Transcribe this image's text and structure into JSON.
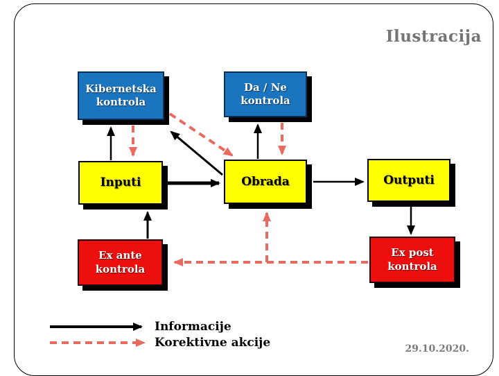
{
  "title": "Ilustracija",
  "date": "29.10.2020.",
  "nodes": {
    "kibernetska": {
      "label": "Kibernetska\nkontrola",
      "fill": "#1b74be",
      "text_color": "#ffffff"
    },
    "da_ne": {
      "label": "Da / Ne\nkontrola",
      "fill": "#1b74be",
      "text_color": "#ffffff"
    },
    "inputi": {
      "label": "Inputi",
      "fill": "#ffff00",
      "text_color": "#000000"
    },
    "obrada": {
      "label": "Obrada",
      "fill": "#ffff00",
      "text_color": "#000000"
    },
    "outputi": {
      "label": "Outputi",
      "fill": "#ffff00",
      "text_color": "#000000"
    },
    "ex_ante": {
      "label": "Ex ante\nkontrola",
      "fill": "#ed0e0e",
      "text_color": "#ffffff"
    },
    "ex_post": {
      "label": "Ex post\nkontrola",
      "fill": "#ed0e0e",
      "text_color": "#ffffff"
    }
  },
  "edges": [
    {
      "from": "Inputi",
      "to": "Kibernetska kontrola",
      "type": "informacije"
    },
    {
      "from": "Kibernetska kontrola",
      "to": "Inputi",
      "type": "korektivne akcije"
    },
    {
      "from": "Obrada",
      "to": "Kibernetska kontrola",
      "type": "informacije"
    },
    {
      "from": "Kibernetska kontrola",
      "to": "Obrada",
      "type": "korektivne akcije"
    },
    {
      "from": "Obrada",
      "to": "Da / Ne kontrola",
      "type": "informacije"
    },
    {
      "from": "Da / Ne kontrola",
      "to": "Obrada",
      "type": "korektivne akcije"
    },
    {
      "from": "Inputi",
      "to": "Obrada",
      "type": "informacije"
    },
    {
      "from": "Obrada",
      "to": "Outputi",
      "type": "informacije"
    },
    {
      "from": "Ex ante kontrola",
      "to": "Inputi",
      "type": "informacije"
    },
    {
      "from": "Outputi",
      "to": "Ex post kontrola",
      "type": "informacije"
    },
    {
      "from": "Ex post kontrola",
      "to": "Ex ante kontrola",
      "type": "korektivne akcije"
    },
    {
      "from": "Ex post kontrola",
      "to": "Obrada",
      "type": "korektivne akcije"
    }
  ],
  "legend": {
    "items": [
      {
        "label": "Informacije",
        "line_style": "solid",
        "color": "#000000"
      },
      {
        "label": "Korektivne akcije",
        "line_style": "dashed",
        "color": "#e96a5f"
      }
    ]
  },
  "colors": {
    "control_box": "#1b74be",
    "process_box": "#ffff00",
    "audit_box": "#ed0e0e",
    "arrow_informacije": "#000000",
    "arrow_korektivne": "#e96a5f",
    "title_text": "#757575",
    "background": "#ffffff"
  }
}
